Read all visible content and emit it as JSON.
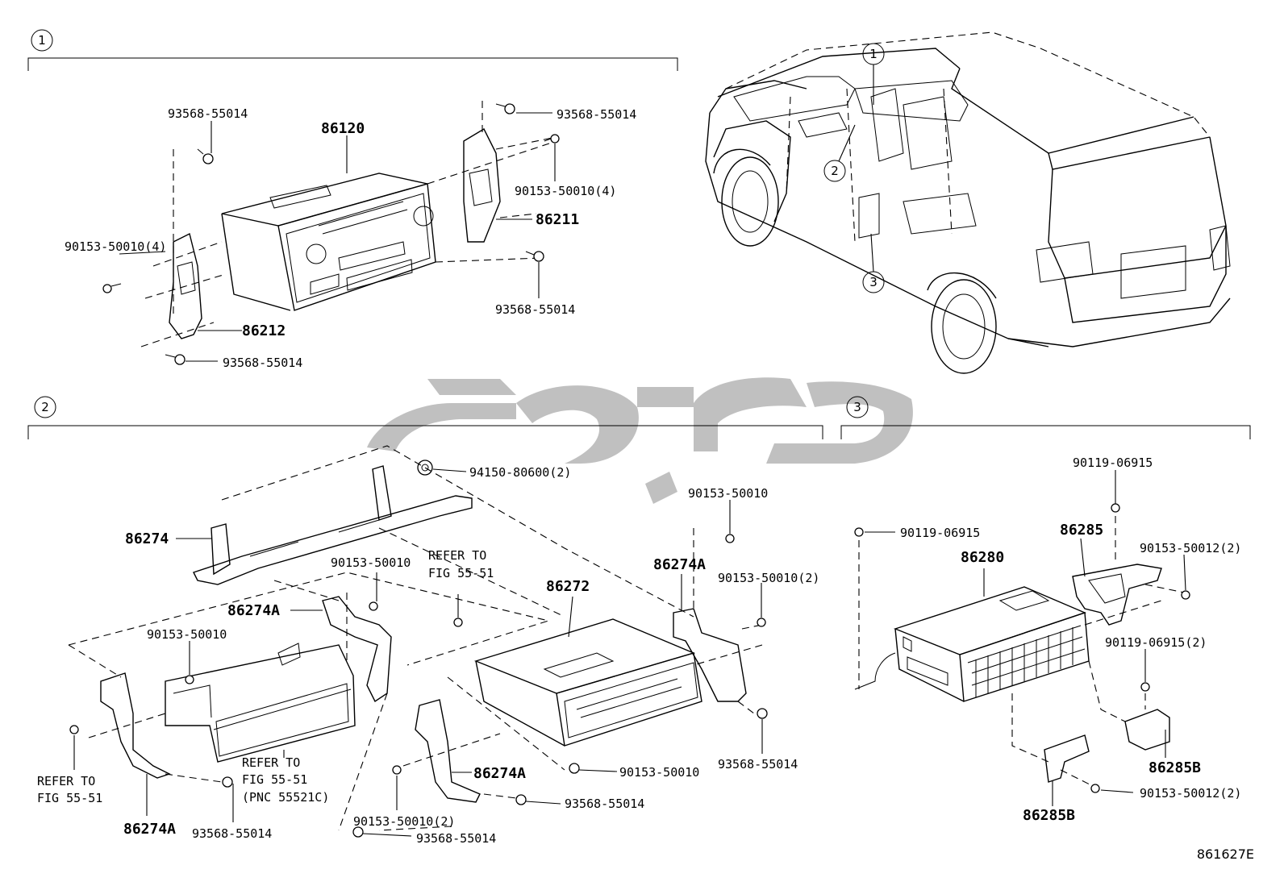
{
  "sections": [
    {
      "number": "1"
    },
    {
      "number": "2"
    },
    {
      "number": "3"
    }
  ],
  "vehicle_callouts": [
    "1",
    "2",
    "3"
  ],
  "section1": {
    "main_unit": "86120",
    "bracket_rh": "86211",
    "bracket_lh": "86212",
    "screw_top_left": "93568-55014",
    "screw_top_right": "93568-55014",
    "screw_right_lower": "93568-55014",
    "screw_bottom_left": "93568-55014",
    "bolt_left": "90153-50010(4)",
    "bolt_right": "90153-50010(4)"
  },
  "section2": {
    "bracket_top": "86274",
    "bracket_a_mid_left": "86274A",
    "bracket_a_mid_right": "86274A",
    "bracket_a_bottom_left": "86274A",
    "bracket_a_bottom_mid": "86274A",
    "changer_unit": "86272",
    "nut_top": "94150-80600(2)",
    "bolt_upper_mid": "90153-50010",
    "bolt_upper_right": "90153-50010",
    "bolt_right_2": "90153-50010(2)",
    "bolt_left_mid": "90153-50010",
    "bolt_bottom_mid": "90153-50010",
    "bolt_bottom_2": "90153-50010(2)",
    "screw_bottom_left": "93568-55014",
    "screw_bottom_mid1": "93568-55014",
    "screw_bottom_mid2": "93568-55014",
    "screw_right": "93568-55014",
    "refer_upper_l1": "REFER TO",
    "refer_upper_l2": "FIG 55-51",
    "refer_left_l1": "REFER TO",
    "refer_left_l2": "FIG 55-51",
    "refer_pocket_l1": "REFER TO",
    "refer_pocket_l2": "FIG 55-51",
    "refer_pocket_l3": "(PNC 55521C)"
  },
  "section3": {
    "amp_unit": "86280",
    "bracket_top": "86285",
    "bracket_b_right": "86285B",
    "bracket_b_bottom": "86285B",
    "bolt_left": "90119-06915",
    "bolt_top": "90119-06915",
    "bolt_right_2": "90119-06915(2)",
    "bolt_right_top": "90153-50012(2)",
    "bolt_right_bottom": "90153-50012(2)"
  },
  "figure_code": "861627E",
  "colors": {
    "line": "#000000",
    "watermark": "#b5b5b5",
    "background": "#ffffff"
  }
}
